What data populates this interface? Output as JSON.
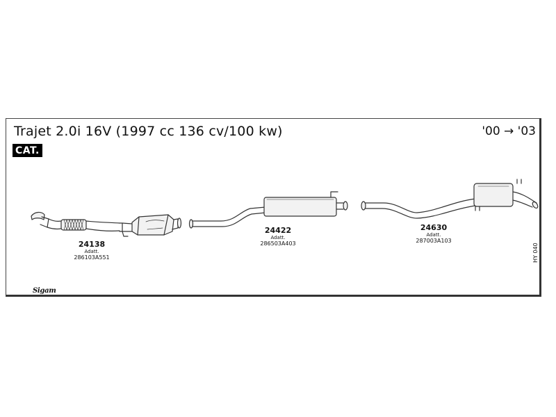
{
  "header": {
    "title": "Trajet 2.0i 16V (1997 cc 136 cv/100 kw)",
    "years": "'00 → '03",
    "badge": "CAT."
  },
  "parts": [
    {
      "number": "24138",
      "adatt": "Adatt.",
      "code": "286103A551"
    },
    {
      "number": "24422",
      "adatt": "Adatt.",
      "code": "286503A403"
    },
    {
      "number": "24630",
      "adatt": "Adatt.",
      "code": "287003A103"
    }
  ],
  "diagram_ref": "HY 040",
  "brand": "Sigam",
  "colors": {
    "line": "#333333",
    "fill": "#f2f2f2",
    "badge": "#000000"
  }
}
